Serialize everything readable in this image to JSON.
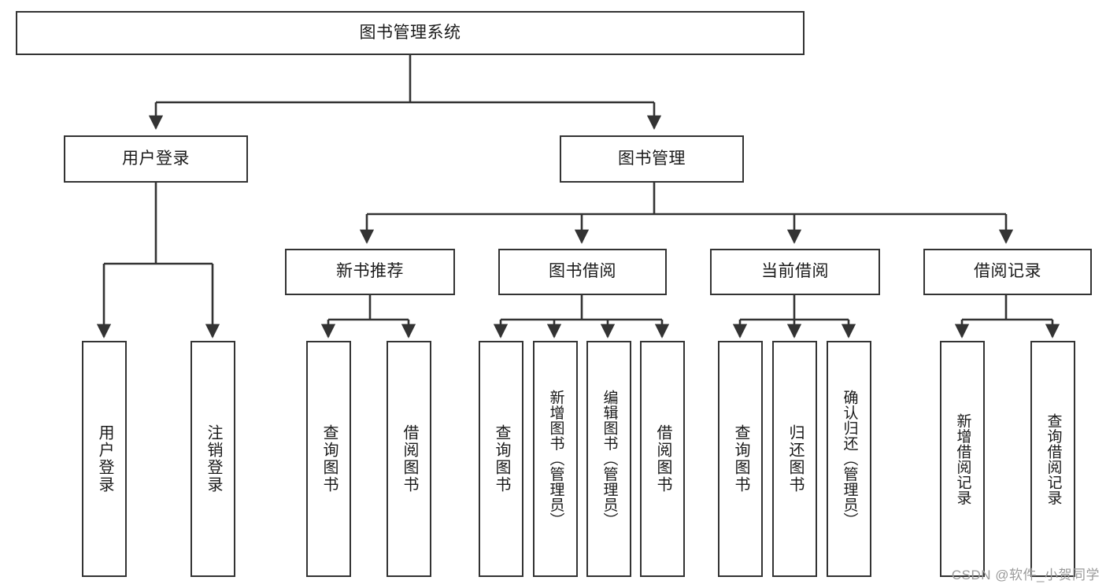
{
  "diagram": {
    "title": "图书管理系统",
    "type": "tree",
    "theme": {
      "box_border": "#333333",
      "box_fill": "#ffffff",
      "line": "#333333",
      "text": "#1a1a1a",
      "watermark": "#9a9a9a",
      "background": "#ffffff"
    },
    "levels": {
      "root": {
        "label": "图书管理系统"
      },
      "level2": [
        {
          "label": "用户登录"
        },
        {
          "label": "图书管理"
        }
      ],
      "level3": [
        {
          "label": "新书推荐"
        },
        {
          "label": "图书借阅"
        },
        {
          "label": "当前借阅"
        },
        {
          "label": "借阅记录"
        }
      ],
      "leaves": {
        "user_login": [
          {
            "label": "用户登录"
          },
          {
            "label": "注销登录"
          }
        ],
        "new_book_recommend": [
          {
            "label": "查询图书"
          },
          {
            "label": "借阅图书"
          }
        ],
        "book_borrow": [
          {
            "label": "查询图书"
          },
          {
            "label": "新增图书（管理员）"
          },
          {
            "label": "编辑图书（管理员）"
          },
          {
            "label": "借阅图书"
          }
        ],
        "current_borrow": [
          {
            "label": "查询图书"
          },
          {
            "label": "归还图书"
          },
          {
            "label": "确认归还（管理员）"
          }
        ],
        "borrow_record": [
          {
            "label": "新增借阅记录"
          },
          {
            "label": "查询借阅记录"
          }
        ]
      }
    }
  },
  "watermark": {
    "text": "CSDN @软件_小贺同学"
  }
}
